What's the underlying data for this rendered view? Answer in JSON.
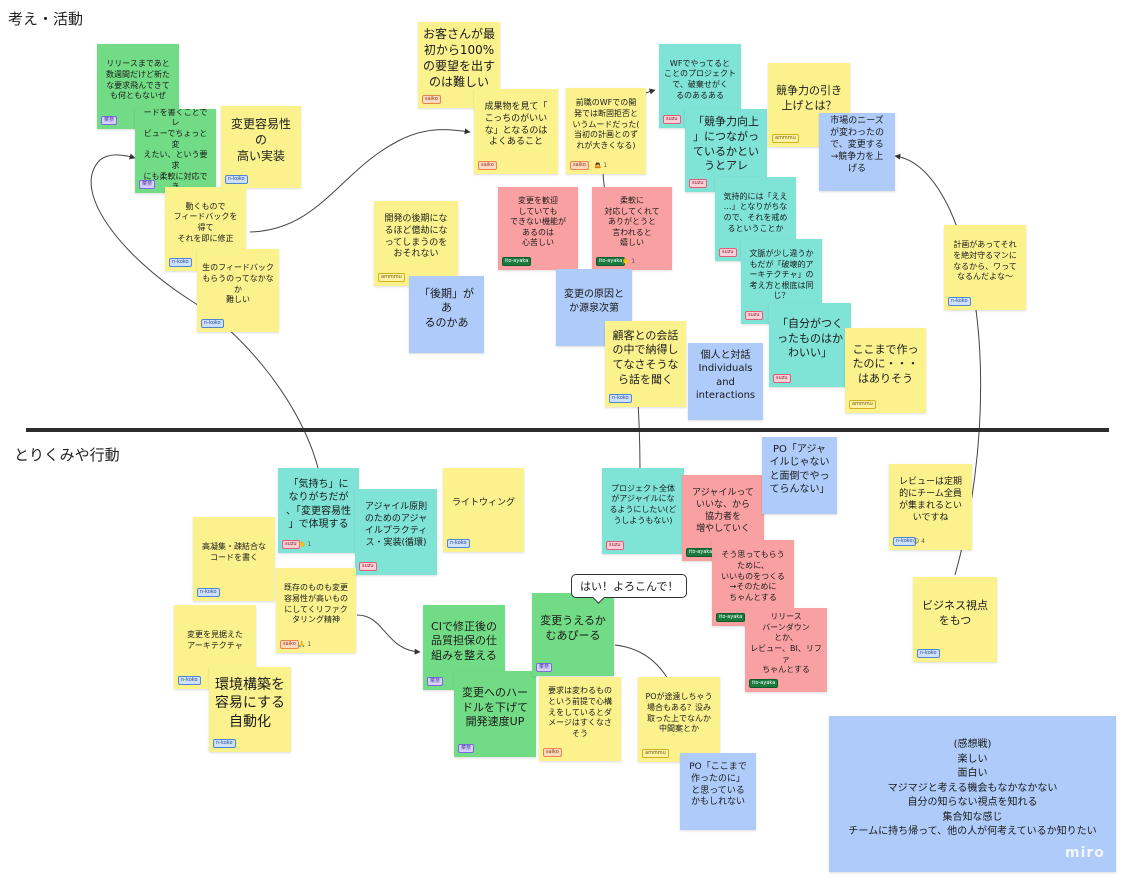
{
  "sections": {
    "top_title": "考え・活動",
    "bottom_title": "とりくみや行動"
  },
  "notes": {
    "n1": {
      "text": "リリースまであと\n数週間だけど新た\nな要求飛んできて\nも何ともないぜ",
      "tag": "菜奈"
    },
    "n2": {
      "text": "変更容易性の高いコ\nードを書くことでレ\nビューでちょっと変\nえたい、という要求\nにも柔軟に対応でき\nる",
      "tag": "菜奈"
    },
    "n3": {
      "text": "変更容易性の\n高い実装",
      "tag": "n-koko"
    },
    "n4": {
      "text": "動くもので\nフィードバックを得て\nそれを即に修正",
      "tag": "n-koko"
    },
    "n5": {
      "text": "生のフィードバック\nもらうのってなかなか\n難しい",
      "tag": "n-koko"
    },
    "n6": {
      "text": "お客さんが最\n初から100%\nの要望を出す\nのは難しい",
      "tag": "saiko"
    },
    "n7": {
      "text": "成果物を見て「\nこっちのがいい\nな」となるのは\nよくあること",
      "tag": "saiko"
    },
    "n8": {
      "text": "開発の後期にな\nるほど億劫にな\nってしまうのを\nおそれない",
      "tag": "ammmu"
    },
    "n9": {
      "text": "「後期」があ\nるのかあ",
      "tag": ""
    },
    "n10": {
      "text": "前職のWFでの開\n発では断固拒否と\nいうムードだった(\n当初の計画とのず\nれが大きくなる)",
      "tag": "saiko",
      "react": "🙇 1"
    },
    "n11": {
      "text": "変更を歓迎\nしていても\nできない機能が\nあるのは\n心苦しい",
      "tag": "ito-ayaka"
    },
    "n12": {
      "text": "柔軟に\n対応してくれて\nありがとうと\n言われると\n嬉しい",
      "tag": "ito-ayaka",
      "react": "👏 1"
    },
    "n13": {
      "text": "変更の原因と\nか源泉次第",
      "tag": ""
    },
    "n14": {
      "text": "顧客との会話\nの中で納得し\nてなさそうな\nら話を聞く",
      "tag": "n-koko"
    },
    "n15": {
      "text": "WFでやってると\nことのプロジェクト\nで、破棄せがく\nるのあるある",
      "tag": "suzu"
    },
    "n16": {
      "text": "「競争力向上\n」につながっ\nているかとい\nうとアレ",
      "tag": "suzu"
    },
    "n17": {
      "text": "競争力の引き\n上げとは？",
      "tag": "ammmu"
    },
    "n18": {
      "text": "市場のニーズ\nが変わったの\nで、変更する\n→競争力を上\nげる",
      "tag": ""
    },
    "n19": {
      "text": "気持的には「ええ\n…」となりがちな\nので、それを戒め\nるということか",
      "tag": "suzu"
    },
    "n20": {
      "text": "文脈が少し違うか\nもだが「破壊的ア\nーキテクチャ」の\n考え方と根底は同\nじ？",
      "tag": "suzu"
    },
    "n21": {
      "text": "「自分がつく\nったものはか\nわいい」",
      "tag": "suzu"
    },
    "n22": {
      "text": "ここまで作っ\nたのに・・・\nはありそう",
      "tag": "ammmu"
    },
    "n23": {
      "text": "個人と対話\nIndividuals\nand\ninteractions",
      "tag": ""
    },
    "n24": {
      "text": "計画があってそれ\nを絶対守るマンに\nなるから、ワって\nなるんだよな〜",
      "tag": "n-koko"
    },
    "n25": {
      "text": "「気持ち」に\nなりがちだが\n、「変更容易性\n」で体現する",
      "tag": "suzu",
      "react": "👏 1"
    },
    "n26": {
      "text": "アジャイル原則\nのためのアジャ\nイルプラクティ\nス・実装(循環)",
      "tag": "suzu"
    },
    "n27": {
      "text": "ライトウィング",
      "tag": "n-koko"
    },
    "n28": {
      "text": "高凝集・疎結合な\nコードを書く",
      "tag": "n-koko"
    },
    "n29": {
      "text": "既存のものも変更\n容易性が高いもの\nにしてくリファク\nタリング精神",
      "tag": "saiko",
      "react": "🙏 1"
    },
    "n30": {
      "text": "変更を見据えた\nアーキテクチャ",
      "tag": "n-koko"
    },
    "n31": {
      "text": "環境構築を\n容易にする\n自動化",
      "tag": "n-koko"
    },
    "n32": {
      "text": "CIで修正後の\n品質担保の仕\n組みを整える",
      "tag": "菜奈"
    },
    "n33": {
      "text": "変更へのハー\nドルを下げて\n開発速度UP",
      "tag": "菜奈"
    },
    "n34": {
      "text": "変更うえるか\nむあぴーる",
      "tag": "菜奈"
    },
    "n35": {
      "text": "要求は変わるもの\nという前提で心構\nえをしているとダ\nメージはすくなさ\nそう",
      "tag": "saiko"
    },
    "n36": {
      "text": "プロジェクト全体\nがアジャイルにな\nるようにしたい(ど\nうしようもない)",
      "tag": "suzu"
    },
    "n37": {
      "text": "アジャイルって\nいいな、から\n協力者を\n増やしていく",
      "tag": "ito-ayaka"
    },
    "n38": {
      "text": "そう思ってもらう\nために、\nいいものをつくる\n→そのために\nちゃんとする",
      "tag": "ito-ayaka"
    },
    "n39": {
      "text": "リリース\nバーンダウン\nとか、\nレビュー、BI、リファ\nちゃんとする",
      "tag": "ito-ayaka"
    },
    "n40": {
      "text": "POが途遠しちゃう\n場合もある？没み\n取った上でなんか\n中間案とか",
      "tag": "ammmu"
    },
    "n41": {
      "text": "PO「ここまで\n作ったのに」\nと思っている\nかもしれない",
      "tag": ""
    },
    "n42": {
      "text": "PO「アジャ\nイルじゃない\nと面倒でやっ\nてらんない」",
      "tag": ""
    },
    "n43": {
      "text": "レビューは定期\n的にチーム全員\nが集まれるとい\nいですね",
      "tag": "n-koko",
      "react": "😊 4"
    },
    "n44": {
      "text": "ビジネス視点\nをもつ",
      "tag": "n-koko"
    }
  },
  "bubble": "はい！よろこんで！",
  "impressions": [
    "(感想戦)",
    "楽しい",
    "面白い",
    "マジマジと考える機会もなかなかない",
    "自分の知らない視点を知れる",
    "集合知な感じ",
    "チームに持ち帰って、他の人が何考えているか知りたい"
  ],
  "logo": "miro",
  "colors": {
    "yellow": "#fbf28e",
    "green": "#72db85",
    "teal": "#7fe3d6",
    "pink": "#f9a1a2",
    "blue": "#aecbf9",
    "divider": "#2d2d2d"
  }
}
